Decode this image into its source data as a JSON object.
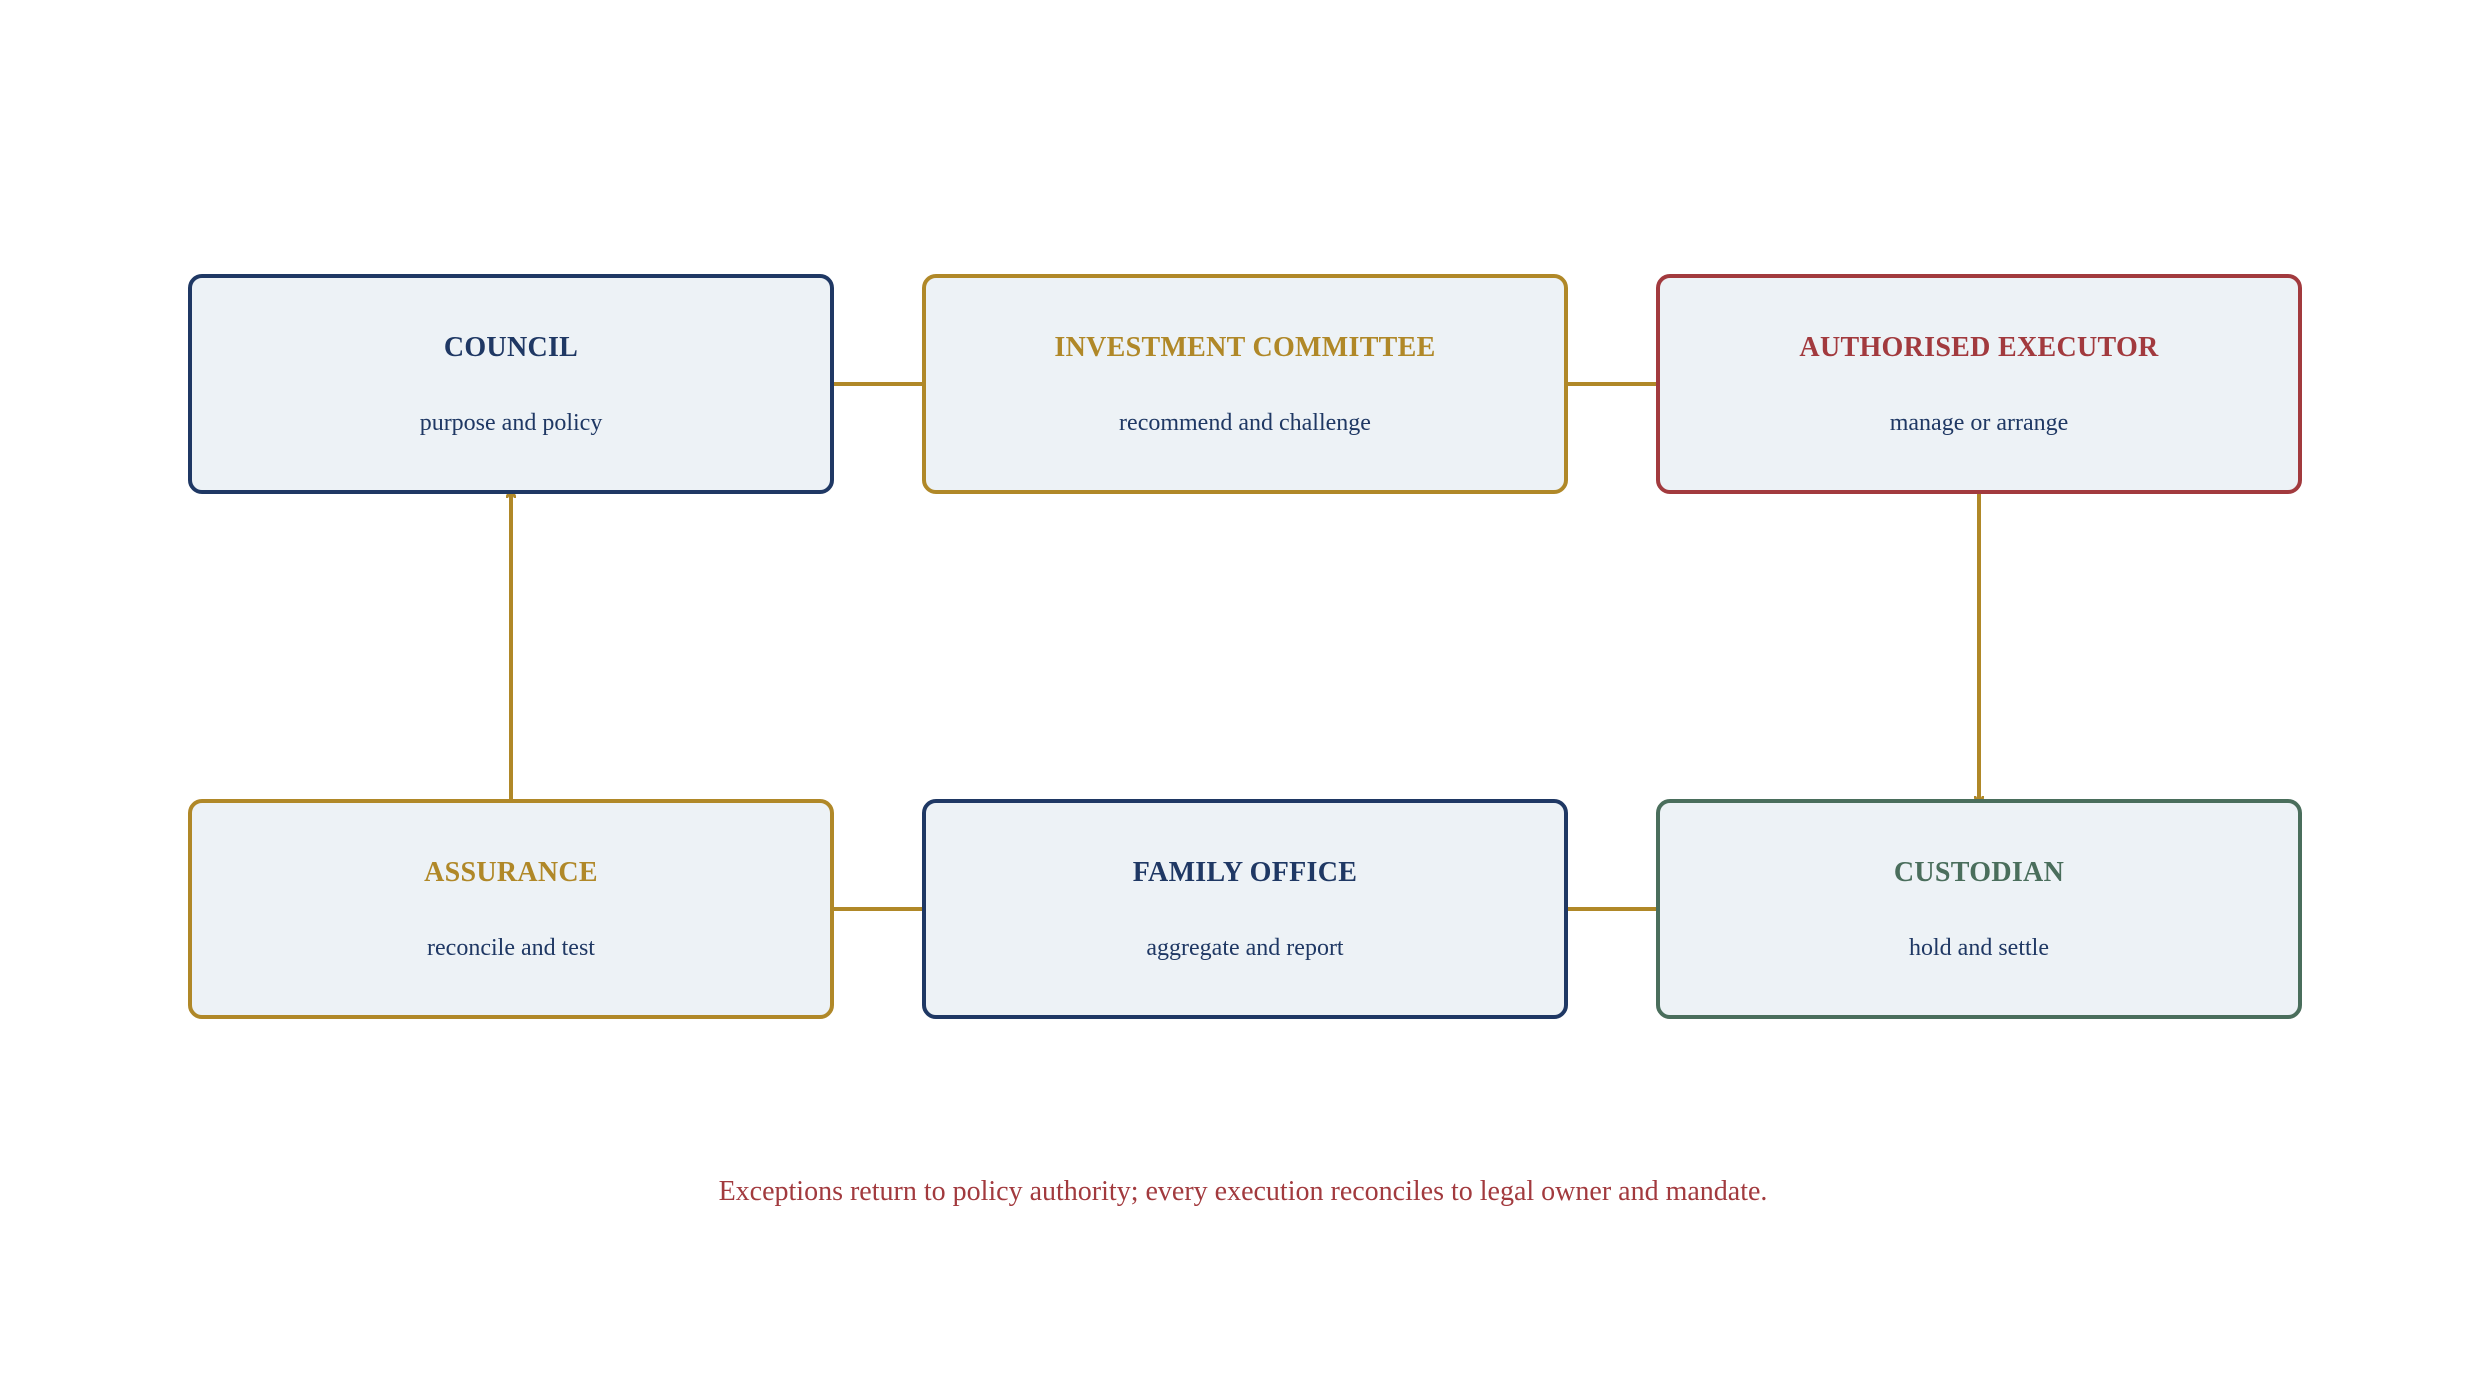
{
  "colors": {
    "navy": "#1f3864",
    "gold": "#b08828",
    "red": "#a23a3e",
    "green": "#4a6e5c",
    "box_fill": "#edf2f6",
    "arrow": "#b08828"
  },
  "nodes": [
    {
      "id": "council",
      "title": "COUNCIL",
      "subtitle": "purpose and policy",
      "color": "#1f3864"
    },
    {
      "id": "investment-committee",
      "title": "INVESTMENT COMMITTEE",
      "subtitle": "recommend and challenge",
      "color": "#b08828"
    },
    {
      "id": "authorised-executor",
      "title": "AUTHORISED EXECUTOR",
      "subtitle": "manage or arrange",
      "color": "#a23a3e"
    },
    {
      "id": "assurance",
      "title": "ASSURANCE",
      "subtitle": "reconcile and test",
      "color": "#b08828"
    },
    {
      "id": "family-office",
      "title": "FAMILY OFFICE",
      "subtitle": "aggregate and report",
      "color": "#1f3864"
    },
    {
      "id": "custodian",
      "title": "CUSTODIAN",
      "subtitle": "hold and settle",
      "color": "#4a6e5c"
    }
  ],
  "edges": [
    {
      "from": "council",
      "to": "investment-committee"
    },
    {
      "from": "investment-committee",
      "to": "authorised-executor"
    },
    {
      "from": "authorised-executor",
      "to": "custodian"
    },
    {
      "from": "custodian",
      "to": "family-office"
    },
    {
      "from": "family-office",
      "to": "assurance"
    },
    {
      "from": "assurance",
      "to": "council"
    }
  ],
  "footnote": "Exceptions return to policy authority; every execution reconciles to legal owner and mandate."
}
